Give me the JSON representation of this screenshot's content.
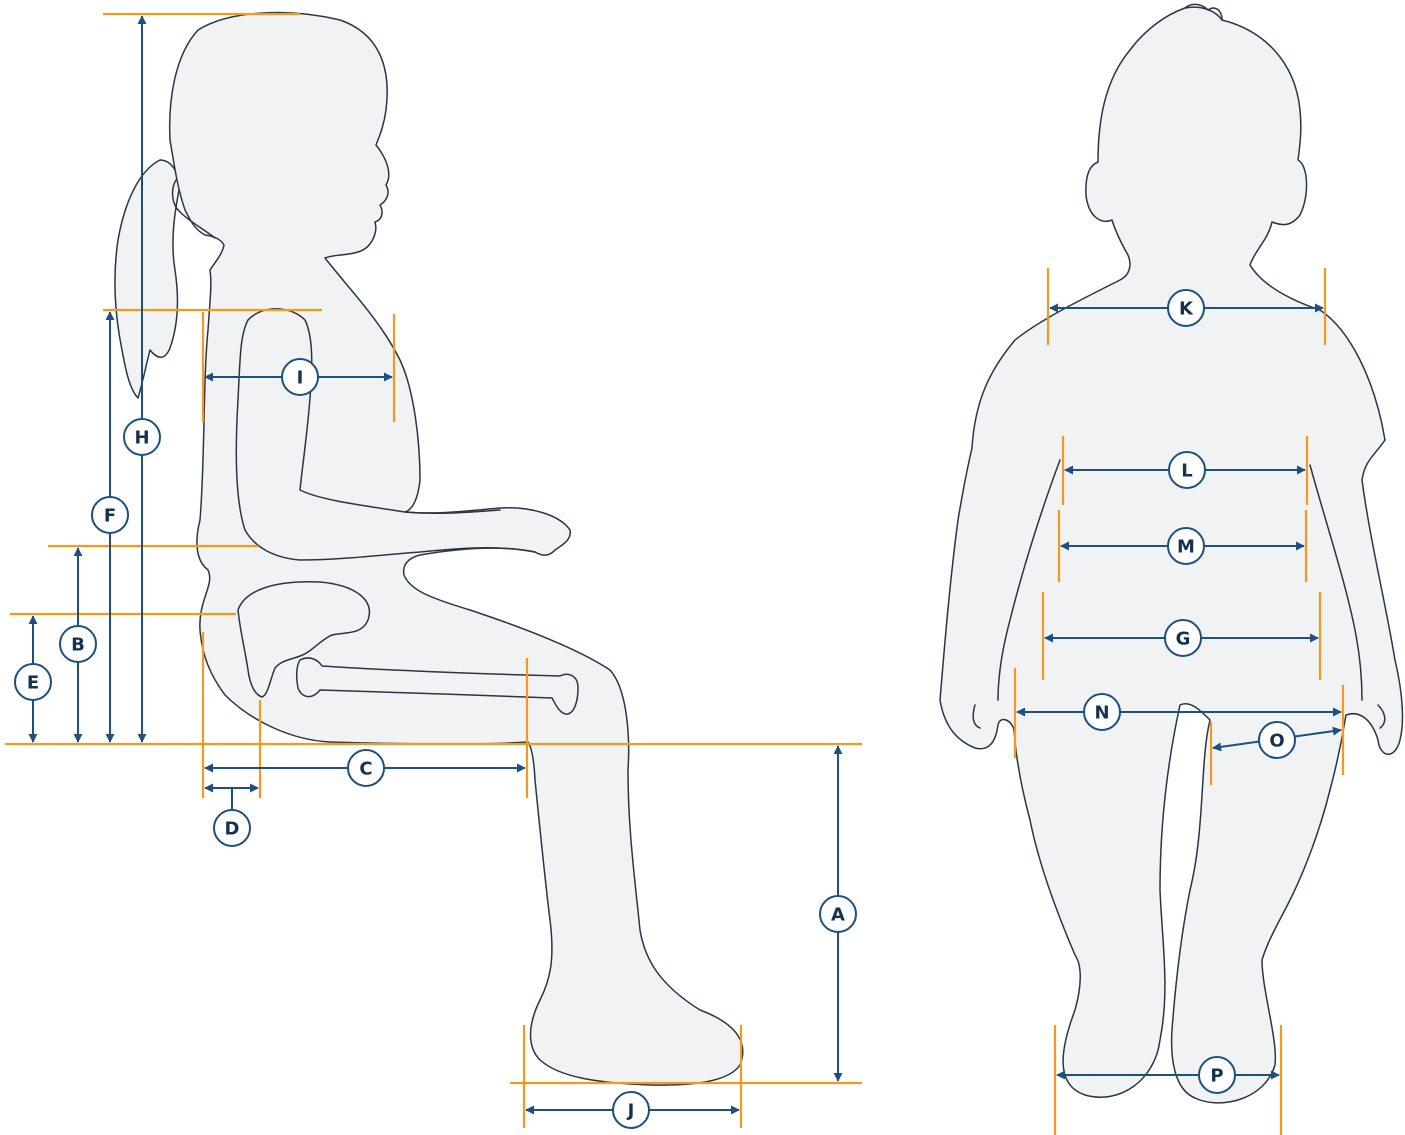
{
  "colors": {
    "guide_line": "#f39a1e",
    "dimension_arrow": "#1d4f82",
    "label_text": "#16314f",
    "silhouette_fill": "#f1f2f3",
    "silhouette_outline": "#2a3545"
  },
  "figures": [
    {
      "name": "seated-child-side-view"
    },
    {
      "name": "child-front-view"
    }
  ],
  "labels": {
    "A": "A",
    "B": "B",
    "C": "C",
    "D": "D",
    "E": "E",
    "F": "F",
    "G": "G",
    "H": "H",
    "I": "I",
    "J": "J",
    "K": "K",
    "L": "L",
    "M": "M",
    "N": "N",
    "O": "O",
    "P": "P"
  }
}
